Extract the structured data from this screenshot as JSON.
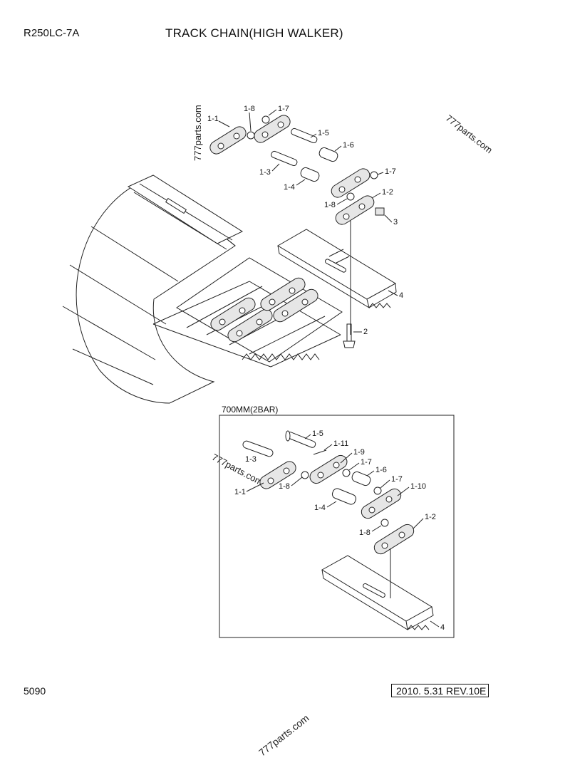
{
  "header": {
    "model": "R250LC-7A",
    "title": "TRACK CHAIN(HIGH WALKER)"
  },
  "footer": {
    "page_number": "5090",
    "revision": "2010. 5.31  REV.10E"
  },
  "inset": {
    "title": "700MM(2BAR)"
  },
  "watermark": "777parts.com",
  "main_labels": [
    "1-1",
    "1-8",
    "1-7",
    "1-5",
    "1-6",
    "1-3",
    "1-4",
    "1-7",
    "1-2",
    "1-8",
    "3",
    "4",
    "2"
  ],
  "inset_labels": [
    "1-5",
    "1-11",
    "1-3",
    "1-9",
    "1-7",
    "1-6",
    "1-1",
    "1-8",
    "1-7",
    "1-10",
    "1-4",
    "1-8",
    "1-2",
    "4"
  ]
}
